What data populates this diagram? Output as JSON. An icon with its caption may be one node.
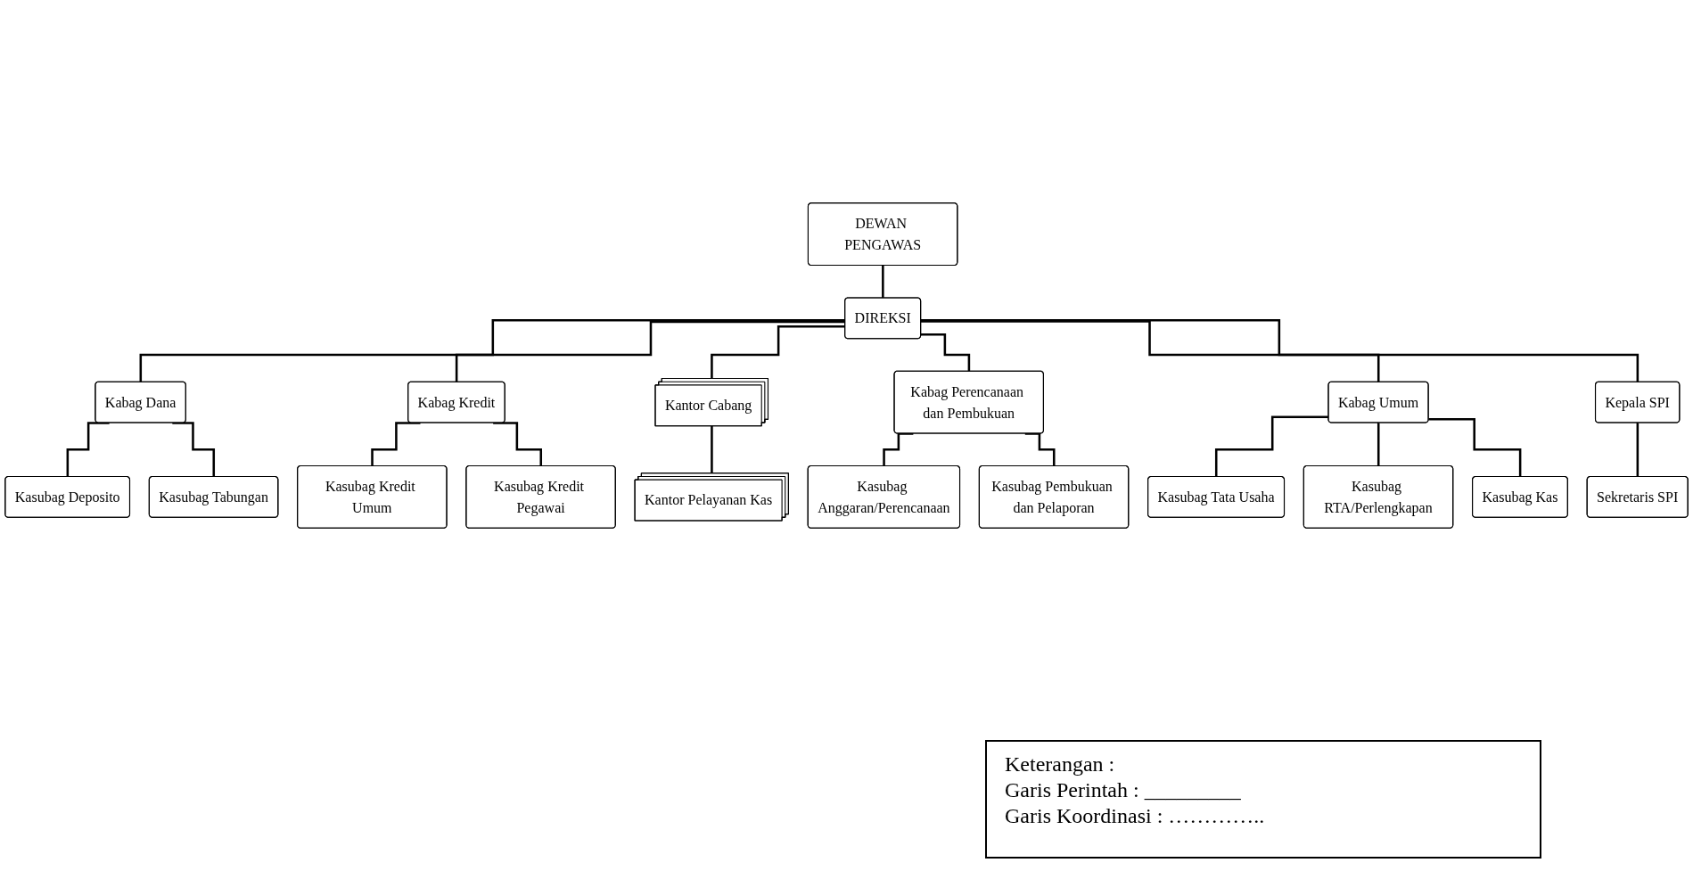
{
  "diagram": {
    "nodes": [
      {
        "text": [
          "DEWAN PENGAWAS"
        ]
      },
      {
        "text": [
          "DIREKSI"
        ]
      },
      {
        "text": [
          "Kabag Dana"
        ]
      },
      {
        "text": [
          "Kabag Kredit"
        ]
      },
      {
        "text": [
          "Kabag Perencanaan dan Pembukuan"
        ]
      },
      {
        "text": [
          "Kabag Umum"
        ]
      },
      {
        "text": [
          "Kepala SPI"
        ]
      },
      {
        "text": [
          "Kasubag Deposito"
        ]
      },
      {
        "text": [
          "Kasubag Tabungan"
        ]
      },
      {
        "text": [
          "Kasubag Kredit Umum"
        ]
      },
      {
        "text": [
          "Kasubag Kredit Pegawai"
        ]
      },
      {
        "text": [
          "Kasubag Anggaran/Perencanaan"
        ]
      },
      {
        "text": [
          "Kasubag Pembukuan dan Pelaporan"
        ]
      },
      {
        "text": [
          "Kasubag Tata Usaha"
        ]
      },
      {
        "text": [
          "Kasubag RTA/Perlengkapan"
        ]
      },
      {
        "text": [
          "Kasubag Kas"
        ]
      },
      {
        "text": [
          "Sekretaris SPI"
        ]
      },
      {
        "text": [
          "Kantor Cabang"
        ]
      },
      {
        "text": [
          "Kantor Pelayanan Kas"
        ]
      }
    ],
    "edges": [
      {
        "from": 0,
        "to": 1,
        "arrow": "none"
      },
      {
        "from": 1,
        "to": 2,
        "arrow": "none"
      },
      {
        "from": 1,
        "to": 3,
        "arrow": "none"
      },
      {
        "from": 1,
        "to": 17,
        "arrow": "none"
      },
      {
        "from": 1,
        "to": 4,
        "arrow": "none"
      },
      {
        "from": 1,
        "to": 5,
        "arrow": "none"
      },
      {
        "from": 1,
        "to": 6,
        "arrow": "none"
      },
      {
        "from": 2,
        "to": 7,
        "arrow": "none"
      },
      {
        "from": 2,
        "to": 8,
        "arrow": "none"
      },
      {
        "from": 3,
        "to": 9,
        "arrow": "none"
      },
      {
        "from": 3,
        "to": 10,
        "arrow": "none"
      },
      {
        "from": 4,
        "to": 11,
        "arrow": "none"
      },
      {
        "from": 4,
        "to": 12,
        "arrow": "none"
      },
      {
        "from": 5,
        "to": 13,
        "arrow": "none"
      },
      {
        "from": 5,
        "to": 14,
        "arrow": "none"
      },
      {
        "from": 5,
        "to": 15,
        "arrow": "none"
      },
      {
        "from": 6,
        "to": 16,
        "arrow": "none"
      },
      {
        "from": 17,
        "to": 18,
        "arrow": "none"
      }
    ],
    "labels": [
      "Keterangan :",
      "Garis Perintah : _________",
      "Garis Koordinasi : ………….."
    ]
  }
}
